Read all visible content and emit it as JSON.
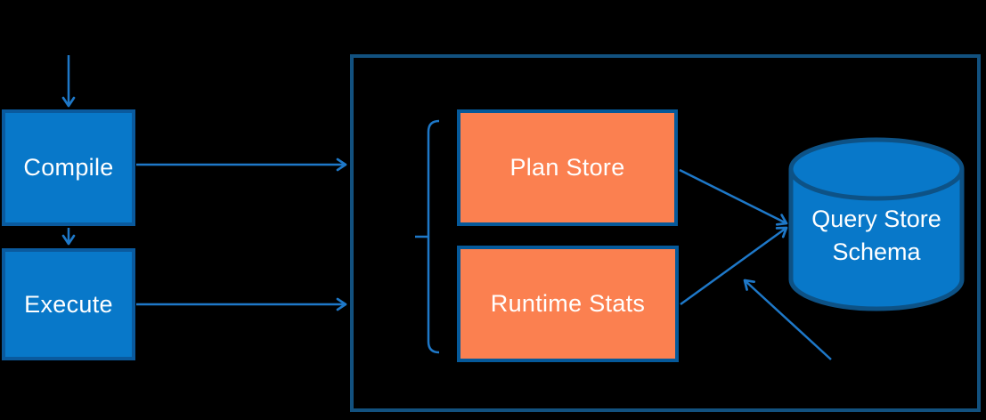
{
  "canvas": {
    "background": "#000000"
  },
  "palette": {
    "blue_fill": "#0878c9",
    "blue_border": "#0a5a9e",
    "orange_fill": "#fb8050",
    "orange_border": "#05599a",
    "container_border": "#12517f",
    "cylinder_fill": "#0878c9",
    "cylinder_border": "#0d5286",
    "arrow": "#1e78c8",
    "text": "#ffffff"
  },
  "nodes": {
    "compile": {
      "label": "Compile"
    },
    "execute": {
      "label": "Execute"
    },
    "plan_store": {
      "label": "Plan Store"
    },
    "runtime_stats": {
      "label": "Runtime Stats"
    },
    "query_store_schema": {
      "label": "Query Store Schema"
    }
  }
}
